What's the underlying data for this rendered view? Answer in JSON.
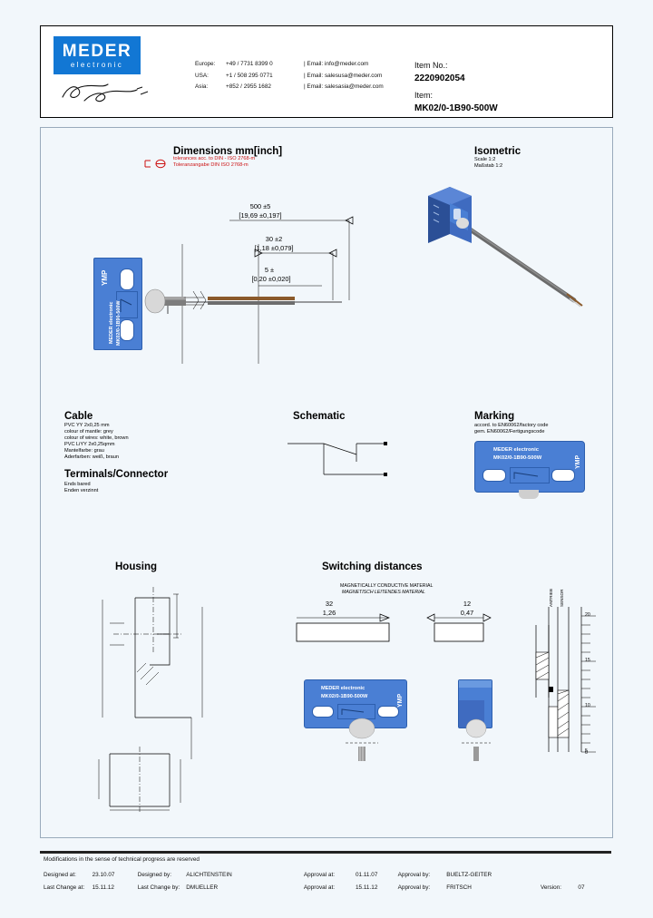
{
  "header": {
    "logo": {
      "main": "MEDER",
      "sub": "electronic",
      "signature_alt": "handwritten-signature"
    },
    "contacts": [
      {
        "region": "Europe:",
        "phone": "+49 / 7731 8399 0",
        "email": "| Email: info@meder.com"
      },
      {
        "region": "USA:",
        "phone": "+1 / 508 295 0771",
        "email": "| Email: salesusa@meder.com"
      },
      {
        "region": "Asia:",
        "phone": "+852 / 2955 1682",
        "email": "| Email: salesasia@meder.com"
      }
    ],
    "item_no_label": "Item No.:",
    "item_no_value": "2220902054",
    "item_label": "Item:",
    "item_value": "MK02/0-1B90-500W"
  },
  "dimensions": {
    "title": "Dimensions mm[inch]",
    "note_en": "tolerances acc. to DIN - ISO 2768-m",
    "note_de": "Toleranzangabe DIN ISO 2768-m",
    "labels": {
      "len_mm": "500 ±5",
      "len_in": "[19,69 ±0,197]",
      "mid_mm": "30 ±2",
      "mid_in": "[1,18 ±0,079]",
      "small_mm": "5 ±",
      "small_in": "[0,20 ±0,020]"
    },
    "body_text_line1": "MEDER electronic",
    "body_text_line2": "MK02/0-1B90-500W",
    "body_text_side": "YMP"
  },
  "isometric": {
    "title": "Isometric",
    "scale_en": "Scale 1:2",
    "scale_de": "Maßstab 1:2"
  },
  "cable": {
    "title": "Cable",
    "lines": [
      "PVC   YY 2x0,25  mm",
      "colour of mantle: grey",
      "colour of wires: white, brown",
      "PVC LiYY 2x0,25qmm",
      "Mantelfarbe: grau",
      "Aderfarben: weiß, braun"
    ]
  },
  "terminals": {
    "title": "Terminals/Connector",
    "lines": [
      "Ends bared",
      "Enden verzinnt"
    ]
  },
  "schematic": {
    "title": "Schematic"
  },
  "marking": {
    "title": "Marking",
    "note_en": "accord. to EN60062/factory code",
    "note_de": "gem. EN60062/Fertigungscode",
    "body_text_line1": "MEDER electronic",
    "body_text_line2": "MK02/0-1B90-500W",
    "body_text_side": "YMP"
  },
  "housing": {
    "title": "Housing"
  },
  "switching": {
    "title": "Switching distances",
    "material_en": "MAGNETICALLY CONDUCTIVE MATERIAL",
    "material_de": "MAGNETISCH LEITENDES MATERIAL",
    "dim_left_mm": "32",
    "dim_left_in": "1,26",
    "dim_right_mm": "12",
    "dim_right_in": "0,47",
    "scale_ticks": [
      "20",
      "15",
      "10",
      "5",
      "0"
    ],
    "legend_a": "ANTRIEB",
    "legend_b": "SENSOR",
    "body_text_line1": "MEDER electronic",
    "body_text_line2": "MK02/0-1B90-500W",
    "body_text_side": "YMP"
  },
  "footer": {
    "note": "Modifications in the sense of technical progress are reserved",
    "rows": [
      {
        "l1": "Designed at:",
        "v1": "23.10.07",
        "l2": "Designed by:",
        "v2": "ALICHTENSTEIN",
        "l3": "Approval at:",
        "v3": "01.11.07",
        "l4": "Approval by:",
        "v4": "BUELTZ-GEITER",
        "l5": "",
        "v5": ""
      },
      {
        "l1": "Last Change at:",
        "v1": "15.11.12",
        "l2": "Last Change by:",
        "v2": "DMUELLER",
        "l3": "Approval at:",
        "v3": "15.11.12",
        "l4": "Approval by:",
        "v4": "FRITSCH",
        "l5": "Version:",
        "v5": "07"
      }
    ]
  },
  "colors": {
    "brand_blue": "#1277d4",
    "body_blue": "#4a7fd4",
    "page_bg": "#f2f7fb",
    "red_note": "#cc1111"
  }
}
